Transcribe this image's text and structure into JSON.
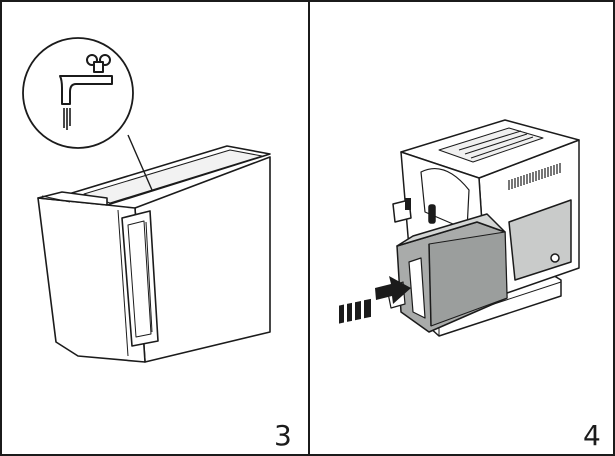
{
  "steps": [
    {
      "number": "3",
      "illustration": "fill-water-tank-at-tap",
      "icon": "water-tap-icon"
    },
    {
      "number": "4",
      "illustration": "insert-water-tank-into-machine",
      "icon": "push-arrow-icon"
    }
  ],
  "colors": {
    "outline": "#1b1b1b",
    "tank_fill": "#a9abaa",
    "tank_dark": "#7c7f7e",
    "surface": "#ffffff",
    "shadow": "#e6e6e6"
  }
}
